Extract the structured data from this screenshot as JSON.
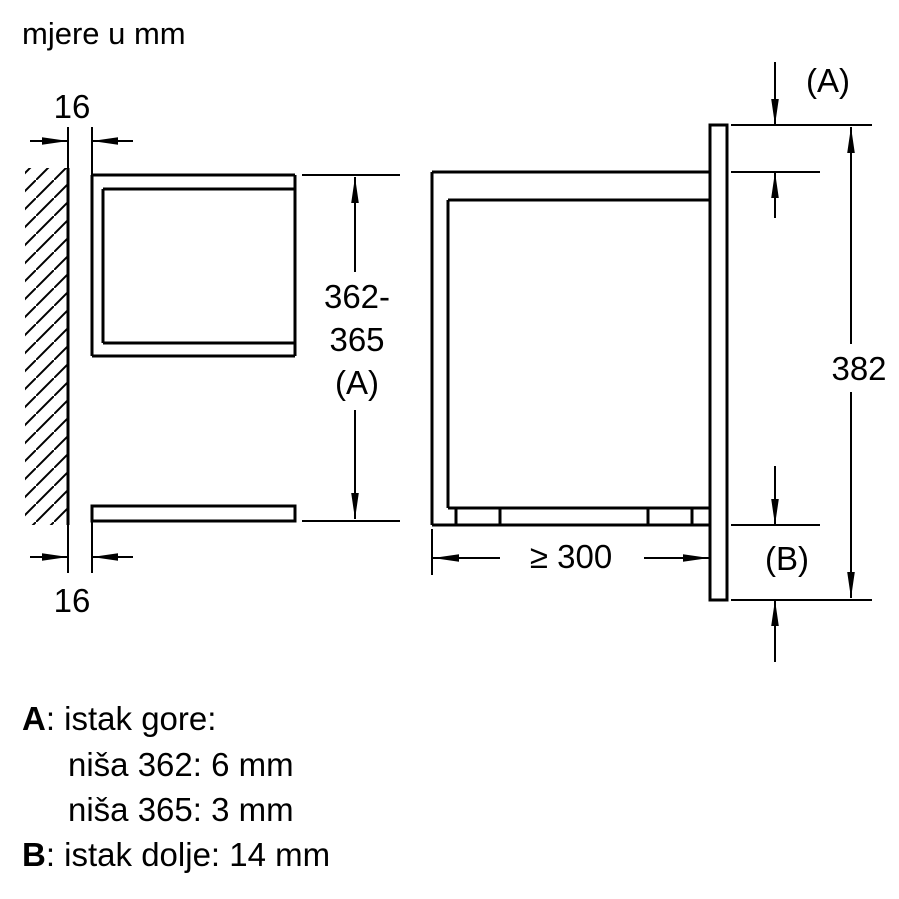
{
  "title": "mjere u mm",
  "dimensions": {
    "gap_top": "16",
    "gap_bottom": "16",
    "niche_height": "362-\n365\n(A)",
    "niche_width": "≥ 300",
    "front_height": "382",
    "protrusion_top": "(A)",
    "protrusion_bottom": "(B)"
  },
  "legend": {
    "a_key": "A",
    "a_text": ": istak gore:",
    "a_detail_1": "niša 362: 6 mm",
    "a_detail_2": "niša 365: 3 mm",
    "b_key": "B",
    "b_text": ": istak dolje: 14 mm"
  }
}
